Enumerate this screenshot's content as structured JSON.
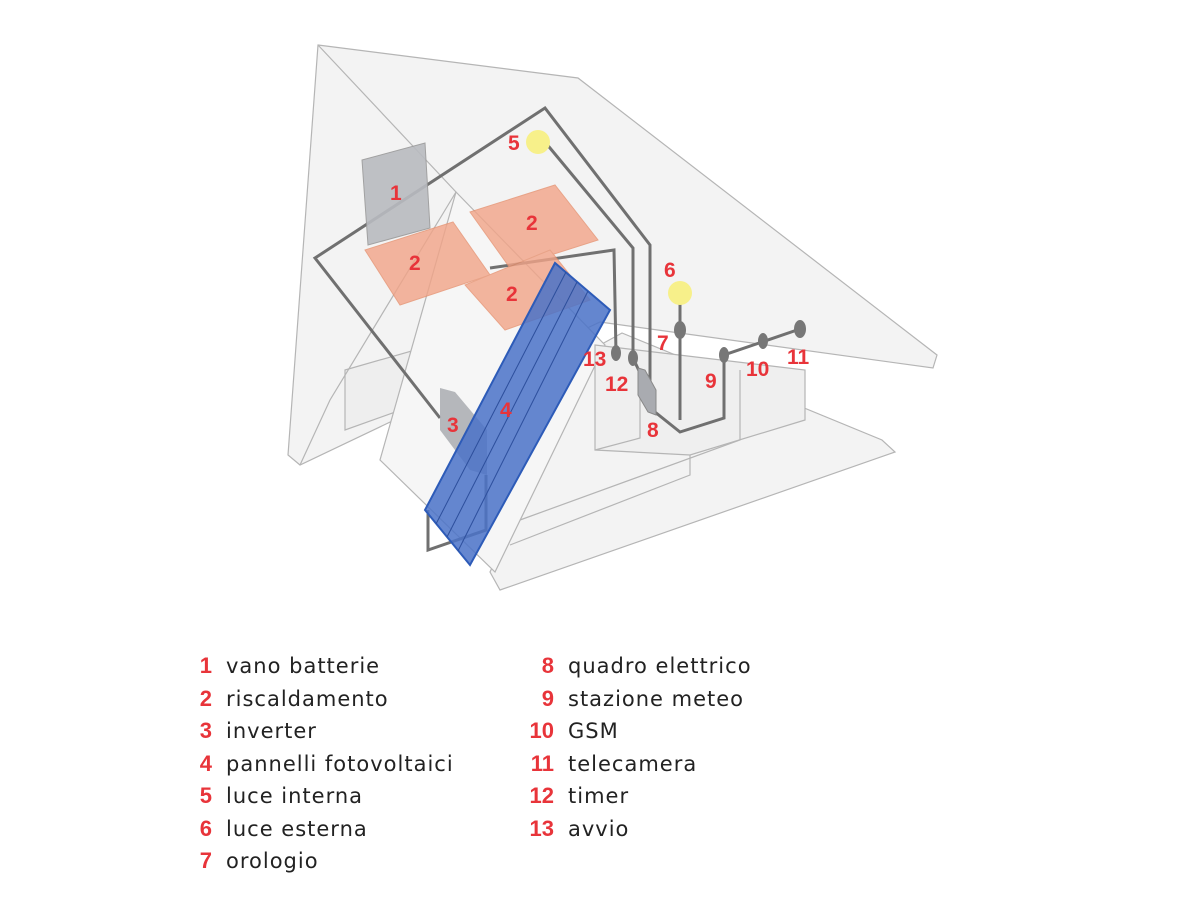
{
  "diagram_labels": {
    "l1": "1",
    "l2a": "2",
    "l2b": "2",
    "l2c": "2",
    "l3": "3",
    "l4": "4",
    "l5": "5",
    "l6": "6",
    "l7": "7",
    "l8": "8",
    "l9": "9",
    "l10": "10",
    "l11": "11",
    "l12": "12",
    "l13": "13"
  },
  "legend": {
    "left": [
      {
        "num": "1",
        "text": "vano batterie"
      },
      {
        "num": "2",
        "text": "riscaldamento"
      },
      {
        "num": "3",
        "text": "inverter"
      },
      {
        "num": "4",
        "text": "pannelli fotovoltaici"
      },
      {
        "num": "5",
        "text": "luce interna"
      },
      {
        "num": "6",
        "text": "luce esterna"
      },
      {
        "num": "7",
        "text": "orologio"
      }
    ],
    "right": [
      {
        "num": "8",
        "text": "quadro elettrico"
      },
      {
        "num": "9",
        "text": "stazione meteo"
      },
      {
        "num": "10",
        "text": "GSM"
      },
      {
        "num": "11",
        "text": "telecamera"
      },
      {
        "num": "12",
        "text": "timer"
      },
      {
        "num": "13",
        "text": "avvio"
      }
    ]
  },
  "colors": {
    "label": "#e8343a",
    "panel": "#4a72c8",
    "heating": "#f2a488",
    "light": "#f7f08a",
    "wire": "#707070"
  }
}
